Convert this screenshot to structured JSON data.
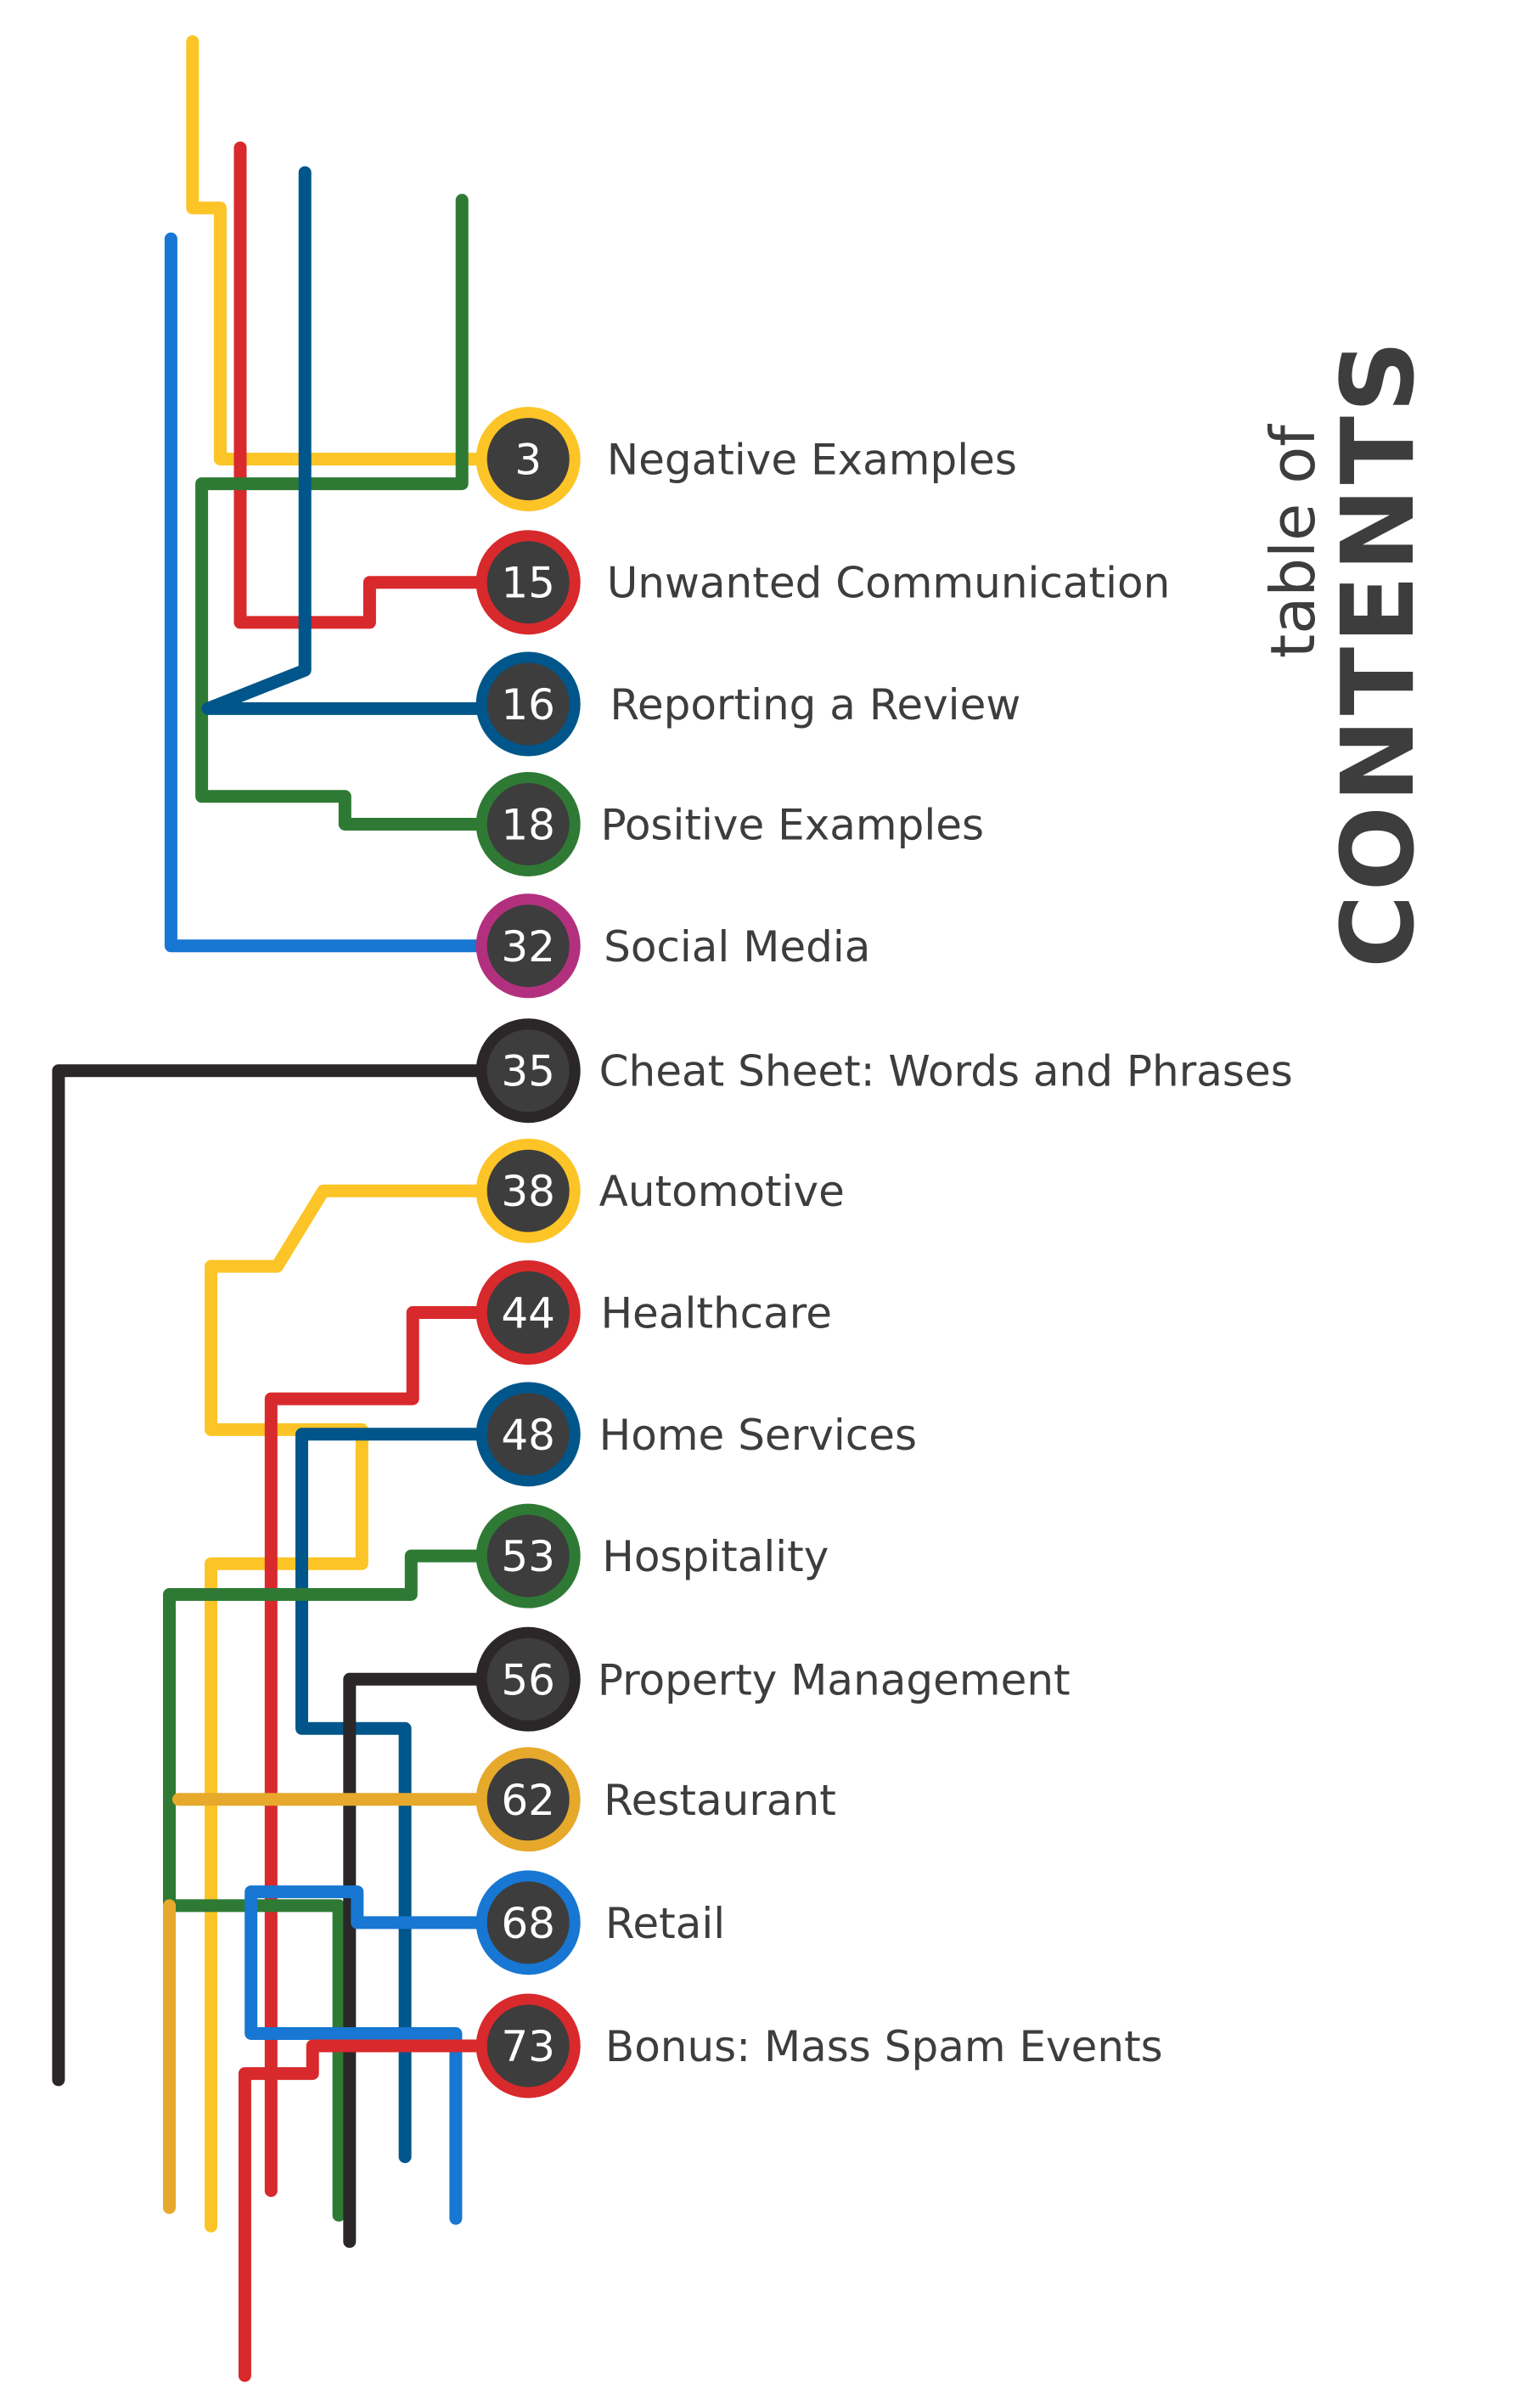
{
  "title": {
    "small": "table of",
    "big": "CONTENTS"
  },
  "colors": {
    "yellow": "#fcc426",
    "red": "#d8292c",
    "navy": "#00568a",
    "green": "#2e7a35",
    "blue": "#1777d2",
    "magenta": "#b3307f",
    "black": "#2b2728",
    "gold": "#e6a92c",
    "station_fill": "#3d3d3d",
    "text": "#3d3d3d"
  },
  "entries": [
    {
      "page": "3",
      "label": "Negative Examples",
      "color": "#fcc426"
    },
    {
      "page": "15",
      "label": "Unwanted Communication",
      "color": "#d8292c"
    },
    {
      "page": "16",
      "label": "Reporting a Review",
      "color": "#00568a"
    },
    {
      "page": "18",
      "label": "Positive Examples",
      "color": "#2e7a35"
    },
    {
      "page": "32",
      "label": "Social Media",
      "color": "#b3307f"
    },
    {
      "page": "35",
      "label": "Cheat Sheet: Words and Phrases",
      "color": "#2b2728"
    },
    {
      "page": "38",
      "label": "Automotive",
      "color": "#fcc426"
    },
    {
      "page": "44",
      "label": "Healthcare",
      "color": "#d8292c"
    },
    {
      "page": "48",
      "label": "Home Services",
      "color": "#00568a"
    },
    {
      "page": "53",
      "label": "Hospitality",
      "color": "#2e7a35"
    },
    {
      "page": "56",
      "label": "Property Management",
      "color": "#2b2728"
    },
    {
      "page": "62",
      "label": "Restaurant",
      "color": "#e6a92c"
    },
    {
      "page": "68",
      "label": "Retail",
      "color": "#1777d2"
    },
    {
      "page": "73",
      "label": "Bonus: Mass Spam Events",
      "color": "#d8292c"
    }
  ]
}
